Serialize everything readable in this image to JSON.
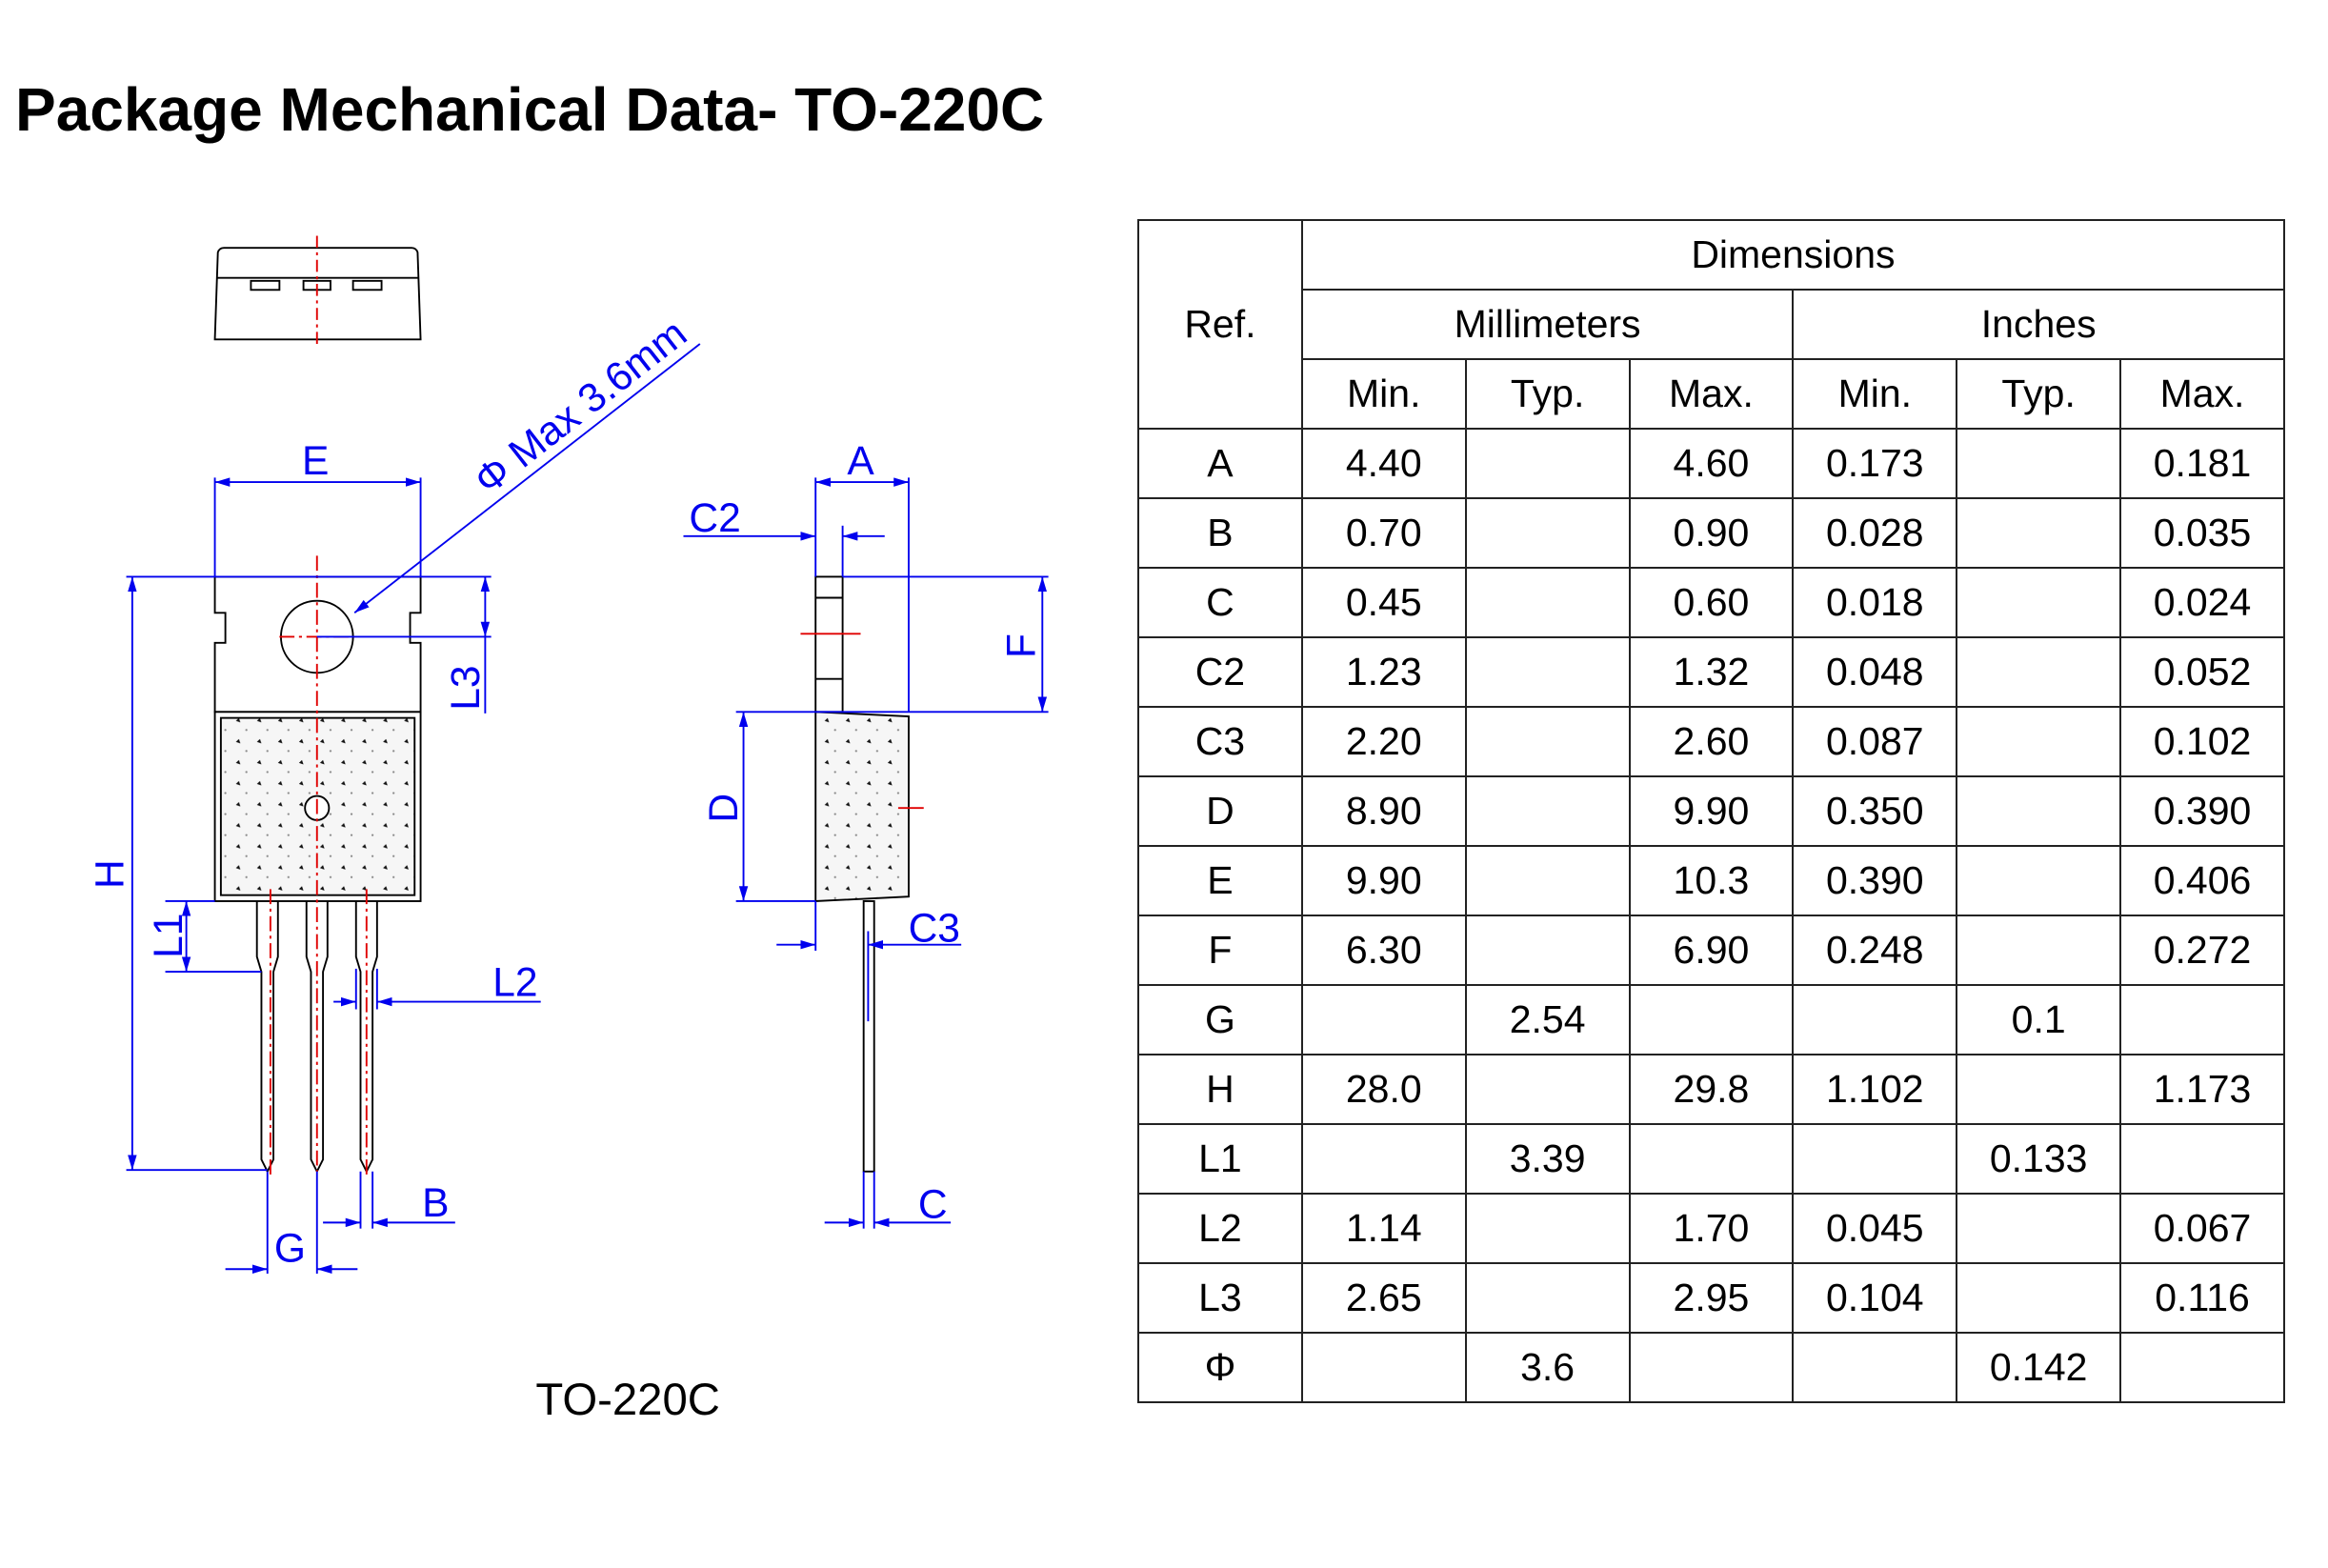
{
  "title": "Package Mechanical Data- TO-220C",
  "drawing": {
    "caption": "TO-220C",
    "labels": {
      "E": "E",
      "A": "A",
      "C2": "C2",
      "F": "F",
      "H": "H",
      "L3": "L3",
      "L1": "L1",
      "L2": "L2",
      "B": "B",
      "G": "G",
      "D": "D",
      "C3": "C3",
      "C": "C",
      "phi": "Φ Max 3.6mm"
    }
  },
  "table": {
    "ref_header": "Ref.",
    "dimensions_header": "Dimensions",
    "mm_header": "Millimeters",
    "in_header": "Inches",
    "subheaders": [
      "Min.",
      "Typ.",
      "Max.",
      "Min.",
      "Typ.",
      "Max."
    ],
    "rows": [
      [
        "A",
        "4.40",
        "",
        "4.60",
        "0.173",
        "",
        "0.181"
      ],
      [
        "B",
        "0.70",
        "",
        "0.90",
        "0.028",
        "",
        "0.035"
      ],
      [
        "C",
        "0.45",
        "",
        "0.60",
        "0.018",
        "",
        "0.024"
      ],
      [
        "C2",
        "1.23",
        "",
        "1.32",
        "0.048",
        "",
        "0.052"
      ],
      [
        "C3",
        "2.20",
        "",
        "2.60",
        "0.087",
        "",
        "0.102"
      ],
      [
        "D",
        "8.90",
        "",
        "9.90",
        "0.350",
        "",
        "0.390"
      ],
      [
        "E",
        "9.90",
        "",
        "10.3",
        "0.390",
        "",
        "0.406"
      ],
      [
        "F",
        "6.30",
        "",
        "6.90",
        "0.248",
        "",
        "0.272"
      ],
      [
        "G",
        "",
        "2.54",
        "",
        "",
        "0.1",
        ""
      ],
      [
        "H",
        "28.0",
        "",
        "29.8",
        "1.102",
        "",
        "1.173"
      ],
      [
        "L1",
        "",
        "3.39",
        "",
        "",
        "0.133",
        ""
      ],
      [
        "L2",
        "1.14",
        "",
        "1.70",
        "0.045",
        "",
        "0.067"
      ],
      [
        "L3",
        "2.65",
        "",
        "2.95",
        "0.104",
        "",
        "0.116"
      ],
      [
        "Φ",
        "",
        "3.6",
        "",
        "",
        "0.142",
        ""
      ]
    ]
  },
  "colors": {
    "dimension": "#0000ee",
    "centerline": "#e00000"
  }
}
